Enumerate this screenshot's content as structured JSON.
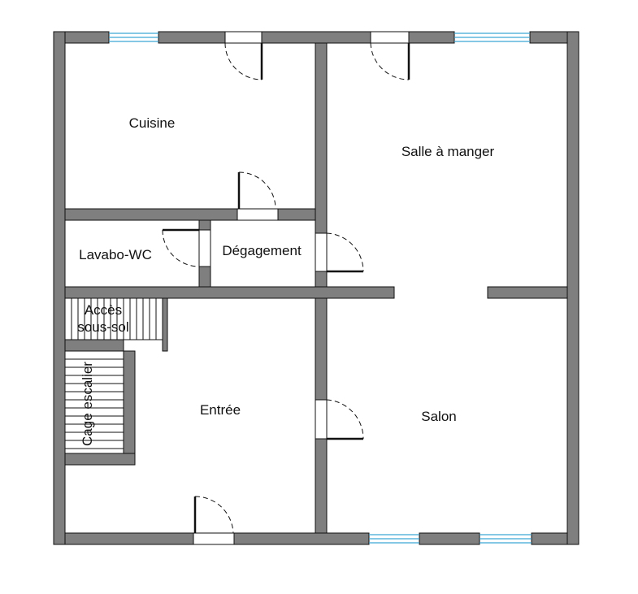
{
  "plan": {
    "rooms": {
      "cuisine": "Cuisine",
      "salle_a_manger": "Salle à manger",
      "lavabo_wc": "Lavabo-WC",
      "degagement": "Dégagement",
      "acces_line1": "Accès",
      "acces_line2": "sous-sol",
      "cage_escalier": "Cage escalier",
      "entree": "Entrée",
      "salon": "Salon"
    }
  },
  "colors": {
    "wall": "#7f7f7f",
    "outline": "#111111",
    "window": "#3aa7d6",
    "background": "#ffffff"
  }
}
